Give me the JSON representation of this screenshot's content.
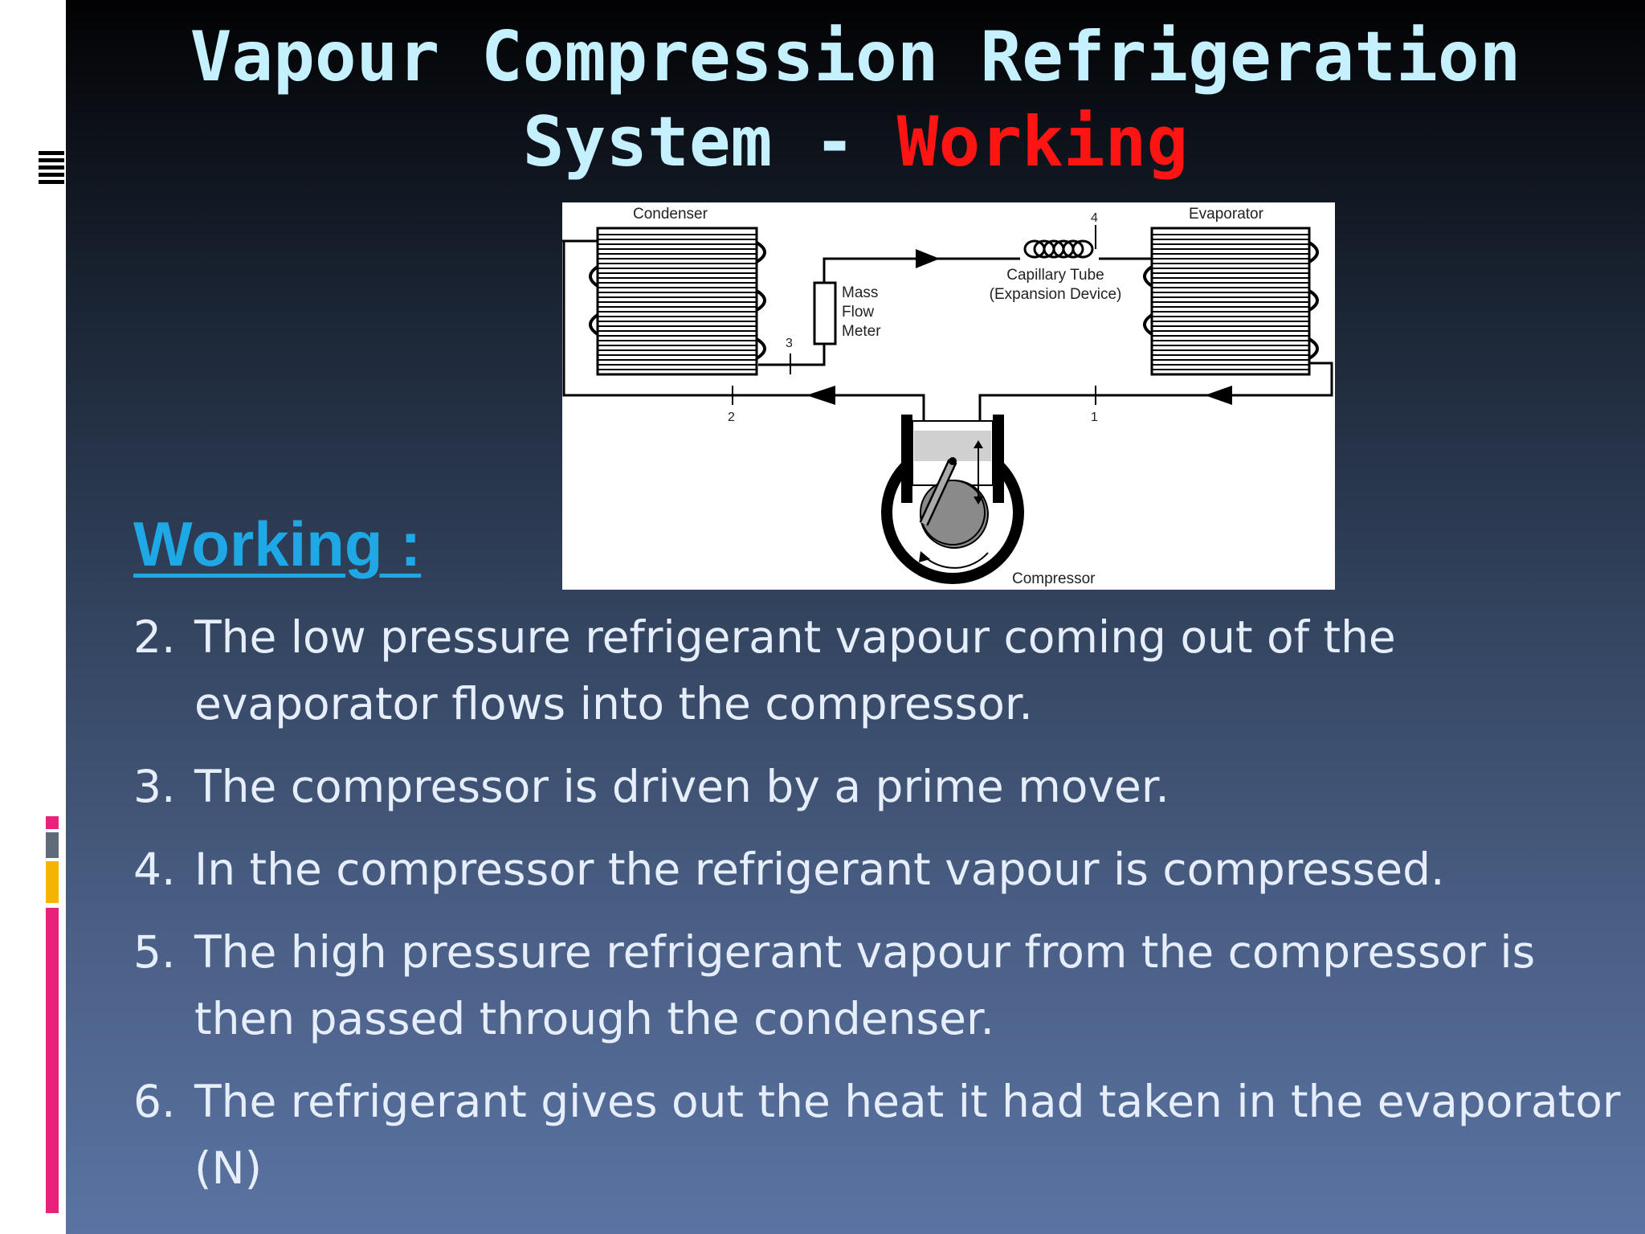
{
  "title": {
    "line1": "Vapour Compression Refrigeration",
    "line2_prefix": "System - ",
    "line2_highlight": "Working"
  },
  "colors": {
    "title": "#c5f1ff",
    "highlight": "#ff1414",
    "heading": "#1ea9e6",
    "body_text": "#e6eefb"
  },
  "diagram": {
    "condenser": "Condenser",
    "evaporator": "Evaporator",
    "mass_flow_meter": [
      "Mass",
      "Flow",
      "Meter"
    ],
    "capillary_tube": [
      "Capillary Tube",
      "(Expansion Device)"
    ],
    "compressor": "Compressor",
    "points": [
      "1",
      "2",
      "3",
      "4"
    ]
  },
  "heading": "Working :",
  "steps": [
    {
      "num": "2.",
      "text": "The low pressure refrigerant vapour coming out of the evaporator flows into the compressor."
    },
    {
      "num": "3.",
      "text": "The compressor is driven by a prime mover."
    },
    {
      "num": "4.",
      "text": "In the compressor the refrigerant vapour is compressed."
    },
    {
      "num": "5.",
      "text": "The high pressure refrigerant vapour from the compressor is then passed through the condenser."
    },
    {
      "num": "6.",
      "text": "The refrigerant gives out the heat it had taken in the evaporator (N)"
    }
  ],
  "accent_colors": [
    "#e8217a",
    "#5f6b78",
    "#f5b400",
    "#e8217a"
  ]
}
